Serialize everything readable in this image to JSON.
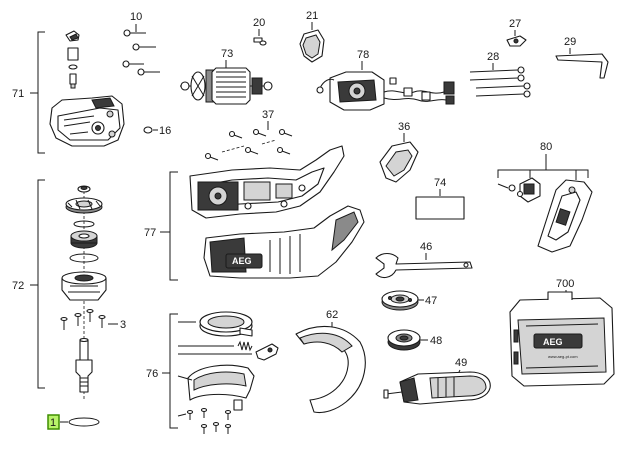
{
  "diagram": {
    "brand": "AEG",
    "case_url": "www.aeg-pt.com",
    "callouts": {
      "c1": "1",
      "c3": "3",
      "c10": "10",
      "c16": "16",
      "c20": "20",
      "c21": "21",
      "c27": "27",
      "c28": "28",
      "c29": "29",
      "c36": "36",
      "c37": "37",
      "c46": "46",
      "c47": "47",
      "c48": "48",
      "c49": "49",
      "c62": "62",
      "c71": "71",
      "c72": "72",
      "c73": "73",
      "c74": "74",
      "c76": "76",
      "c77": "77",
      "c78": "78",
      "c80": "80",
      "c700": "700"
    },
    "highlighted_callout": "1",
    "highlight_color": "#b9f36a"
  }
}
